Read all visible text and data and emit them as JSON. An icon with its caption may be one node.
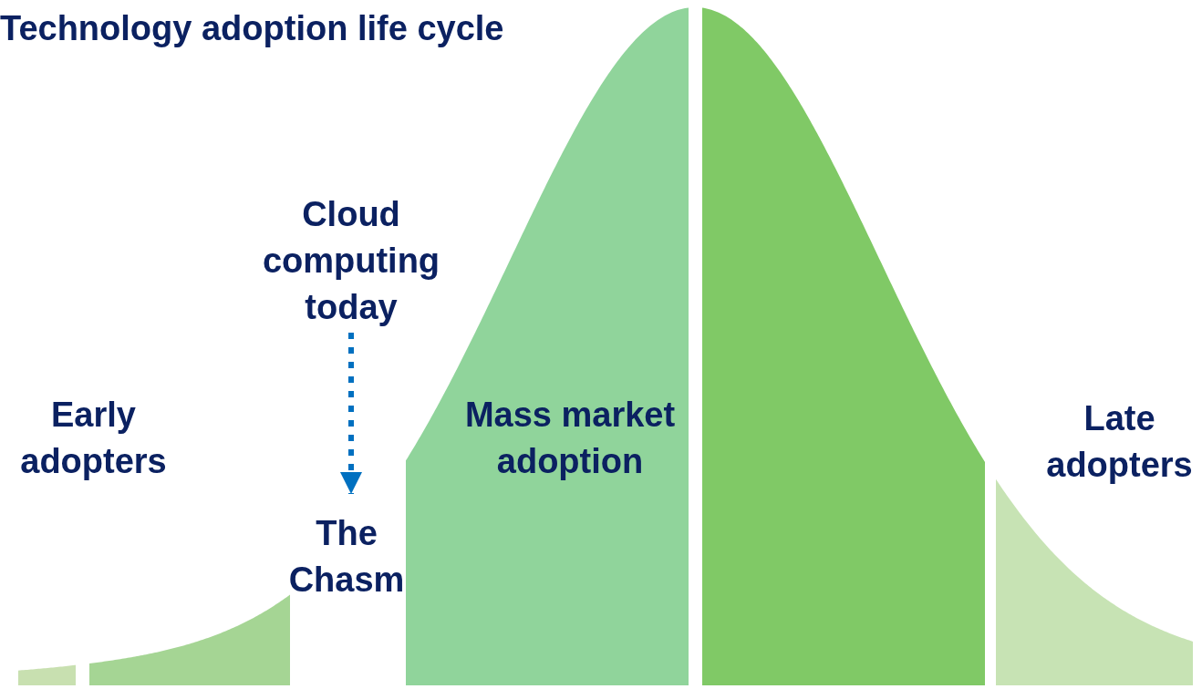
{
  "diagram": {
    "title": "Technology adoption life cycle",
    "nodes": [
      {
        "text": [
          "Cloud computing today"
        ]
      },
      {
        "text": [
          "The Chasm"
        ]
      }
    ],
    "edges": [
      {
        "from": 0,
        "to": 1,
        "arrow": "to",
        "style": "dashed",
        "color": "#0070c0"
      }
    ],
    "labels": [
      "Early adopters",
      "Mass market adoption",
      "Late adopters"
    ]
  }
}
